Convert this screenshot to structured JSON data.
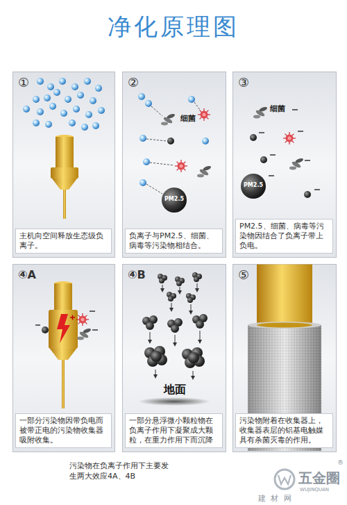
{
  "diagram": {
    "title": "净化原理图",
    "caption": "污染物在负离子作用下主要发生两大效应4A、4B",
    "nodes": [
      {
        "text": [
          "①",
          "主机向空间释放生态级负离子。"
        ]
      },
      {
        "text": [
          "②",
          "负离子与PM2.5、细菌、病毒等污染物相结合。"
        ]
      },
      {
        "text": [
          "③",
          "PM2.5、细菌、病毒等污染物因结合了负离子带上负电。"
        ]
      },
      {
        "text": [
          "④A",
          "一部分污染物因带负电而被带正电的污染物收集器吸附收集。"
        ]
      },
      {
        "text": [
          "④B",
          "一部分悬浮微小颗粒物在负离子作用下凝聚成大颗粒，在重力作用下而沉降"
        ]
      },
      {
        "text": [
          "⑤",
          "污染物附着在收集器上，收集器表层的铝基电触媒具有杀菌灭毒的作用。"
        ]
      }
    ],
    "labels": [
      "细菌",
      "PM2.5",
      "细菌",
      "PM2.5",
      "地面",
      "五金圈",
      "WUJINQUAN",
      "®",
      "建 材 网"
    ]
  }
}
